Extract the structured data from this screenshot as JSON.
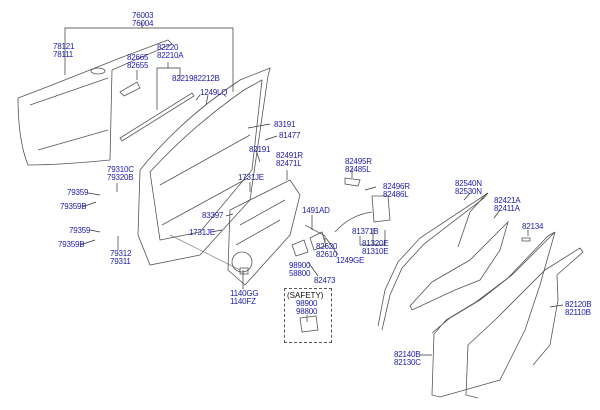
{
  "labels": {
    "door_assy": [
      "76003",
      "76004"
    ],
    "panel_outer": [
      "78121",
      "78111"
    ],
    "handle": [
      "82665",
      "82655"
    ],
    "weatherstrip_belt": [
      "82220",
      "82210A"
    ],
    "clip": "8221982212B",
    "screw_1249lq": "1249LQ",
    "plug_83191": "83191",
    "bolt_81477": "81477",
    "plug_82191": "82191",
    "module_panel": [
      "82491R",
      "82471L"
    ],
    "hinge_upper": [
      "79310C",
      "79320B"
    ],
    "bolt_79359_a": "79359",
    "bolt_79359b_a": "79359B",
    "plug_1731je_a": "1731JE",
    "plug_83397": "83397",
    "plug_1731je_b": "1731JE",
    "bolt_79359_b": "79359",
    "bolt_79359b_b": "79359B",
    "hinge_lower": [
      "79312",
      "79311"
    ],
    "clip_1491ad": "1491AD",
    "rod_upper": [
      "82495R",
      "82485L"
    ],
    "rod_lower": [
      "82496R",
      "82486L"
    ],
    "cable": "81371B",
    "latch": [
      "81320E",
      "81310E"
    ],
    "inner_handle": [
      "82620",
      "82610"
    ],
    "motor": [
      "98900",
      "58800"
    ],
    "screw_1249ge": "1249GE",
    "screw_82473": "82473",
    "bolt_1140": [
      "1140GG",
      "1140FZ"
    ],
    "safety_title": "(SAFETY)",
    "safety_motor": [
      "98900",
      "98800"
    ],
    "run_channel": [
      "82540N",
      "82530N"
    ],
    "glass": [
      "82421A",
      "82411A"
    ],
    "clip_82134": "82134",
    "weatherstrip_body": [
      "82120B",
      "82110B"
    ],
    "weatherstrip_door": [
      "82140B",
      "82130C"
    ]
  }
}
